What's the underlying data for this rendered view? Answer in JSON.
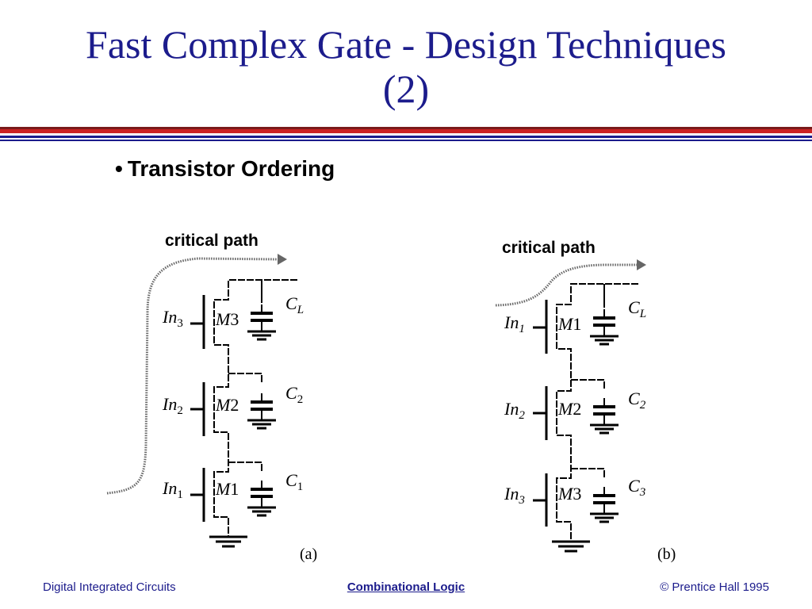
{
  "slide": {
    "title_line1": "Fast Complex Gate - Design Techniques",
    "title_line2": "(2)",
    "bullet": "Transistor Ordering",
    "colors": {
      "title": "#1c1c8c",
      "bar_red": "#cc2222",
      "bar_blue": "#1c1c8c"
    }
  },
  "diagram_a": {
    "critical_path_label": "critical path",
    "caption": "(a)",
    "transistors": [
      {
        "input_base": "In",
        "input_sub": "3",
        "device_base": "M",
        "device_num": "3",
        "cap_base": "C",
        "cap_sub": "L"
      },
      {
        "input_base": "In",
        "input_sub": "2",
        "device_base": "M",
        "device_num": "2",
        "cap_base": "C",
        "cap_sub": "2"
      },
      {
        "input_base": "In",
        "input_sub": "1",
        "device_base": "M",
        "device_num": "1",
        "cap_base": "C",
        "cap_sub": "1"
      }
    ]
  },
  "diagram_b": {
    "critical_path_label": "critical path",
    "caption": "(b)",
    "transistors": [
      {
        "input_base": "In",
        "input_sub": "1",
        "device_base": "M",
        "device_num": "1",
        "cap_base": "C",
        "cap_sub": "L"
      },
      {
        "input_base": "In",
        "input_sub": "2",
        "device_base": "M",
        "device_num": "2",
        "cap_base": "C",
        "cap_sub": "2"
      },
      {
        "input_base": "In",
        "input_sub": "3",
        "device_base": "M",
        "device_num": "3",
        "cap_base": "C",
        "cap_sub": "3"
      }
    ]
  },
  "footer": {
    "left": "Digital Integrated Circuits",
    "center": "Combinational Logic",
    "right": "© Prentice Hall 1995"
  }
}
